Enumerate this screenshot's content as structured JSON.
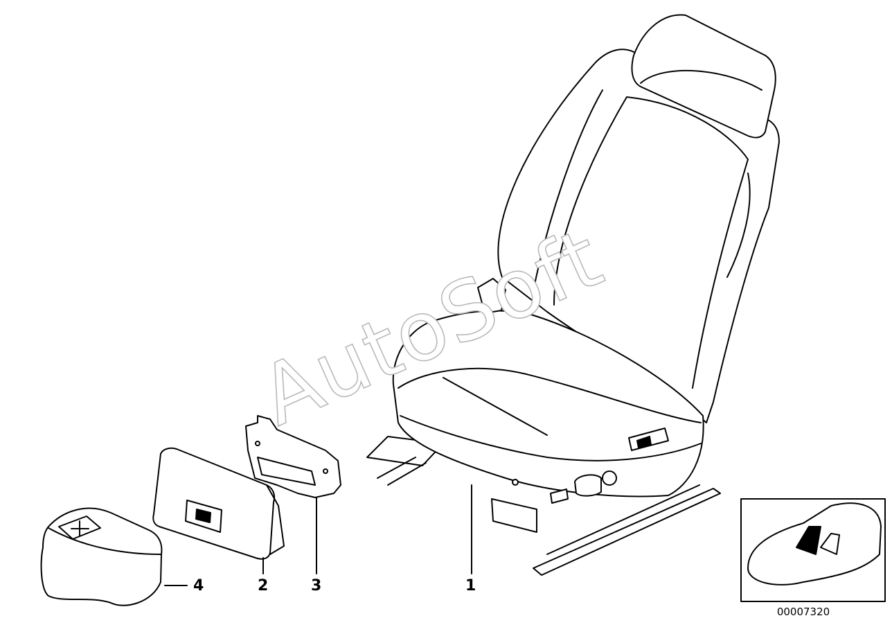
{
  "parts": {
    "seat": {
      "number": "1"
    },
    "cover": {
      "number": "2"
    },
    "bracket": {
      "number": "3"
    },
    "first_aid_kit": {
      "number": "4"
    }
  },
  "watermark": "AutoSoft",
  "diagram_id": "00007320",
  "colors": {
    "line": "#000000",
    "watermark": "#b9b9b9",
    "background": "#ffffff"
  }
}
